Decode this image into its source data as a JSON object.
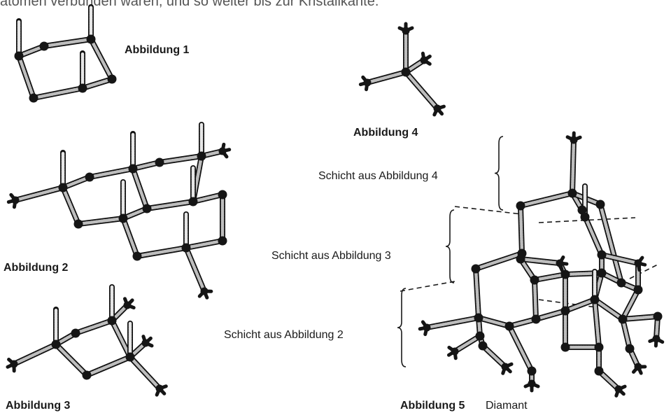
{
  "header_text": "atomen verbunden waren, und so weiter bis zur Kristallkante.",
  "figures": {
    "fig1": "Abbildung 1",
    "fig2": "Abbildung 2",
    "fig3": "Abbildung 3",
    "fig4": "Abbildung 4",
    "fig5": "Abbildung 5",
    "fig5_caption": "Diamant"
  },
  "layers": {
    "layer4": "Schicht aus Abbildung 4",
    "layer3": "Schicht aus Abbildung 3",
    "layer2": "Schicht aus Abbildung 2"
  },
  "colors": {
    "bond": "#bdbdbd",
    "bond_edge": "#111111",
    "atom": "#151515"
  }
}
